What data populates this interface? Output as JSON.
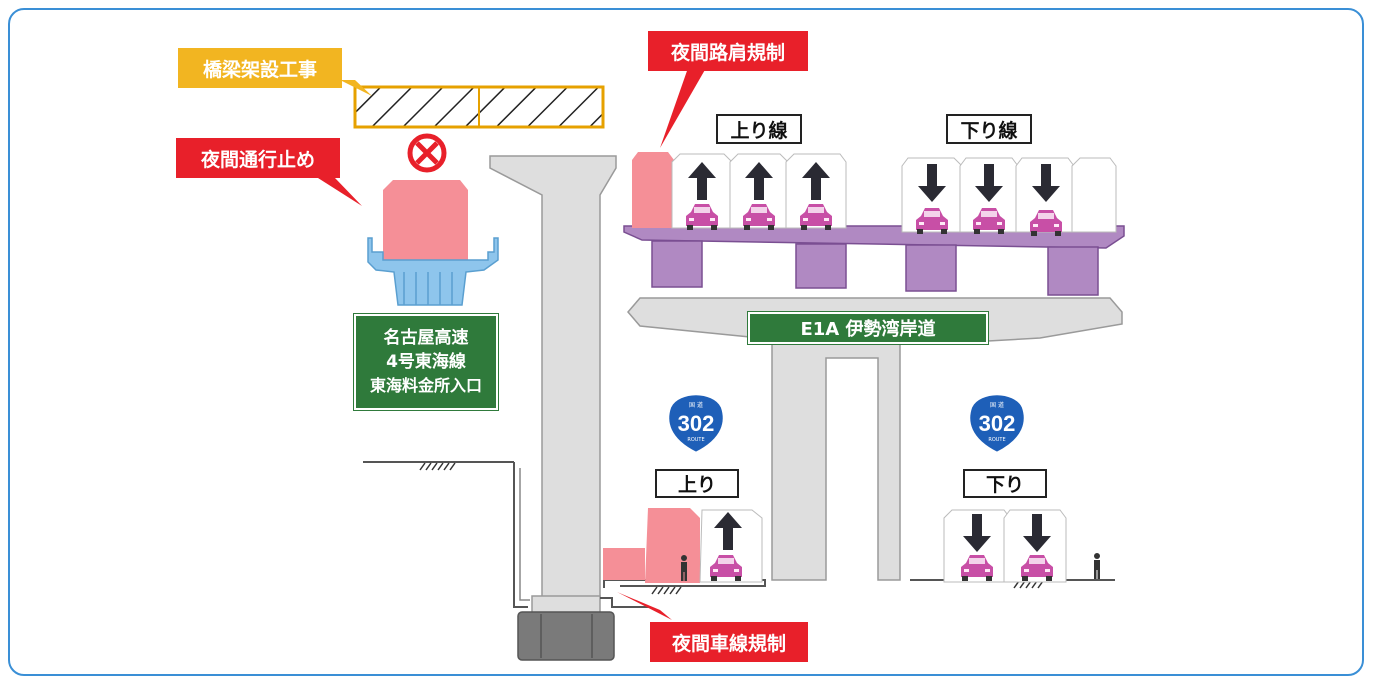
{
  "callouts": {
    "bridge_construction": "橋梁架設工事",
    "night_closure": "夜間通行止め",
    "night_shoulder_restriction": "夜間路肩規制",
    "night_lane_restriction": "夜間車線規制"
  },
  "signs": {
    "nagoya_expressway": {
      "line1": "名古屋高速",
      "line2": "4号東海線",
      "line3": "東海料金所入口"
    },
    "isewan": "E1A 伊勢湾岸道"
  },
  "direction_labels": {
    "upper_up": "上り線",
    "upper_down": "下り線",
    "lower_up": "上り",
    "lower_down": "下り"
  },
  "route_shield": {
    "top_text": "国 道",
    "number": "302",
    "bottom_text": "ROUTE"
  },
  "colors": {
    "frame": "#3a8fd6",
    "callout_red": "#e8202a",
    "callout_yellow": "#f2b521",
    "sign_green": "#2f7a3b",
    "restriction_pink": "#f58f97",
    "car_pink": "#c84fa6",
    "purple_girder": "#b089c2",
    "concrete_gray": "#dedede",
    "toll_blue": "#8ec5ec",
    "shield_blue": "#1e5fb8"
  },
  "icons": [
    "no-entry-icon",
    "up-arrow-icon",
    "down-arrow-icon",
    "car-icon",
    "pedestrian-icon",
    "route-302-shield-icon"
  ]
}
